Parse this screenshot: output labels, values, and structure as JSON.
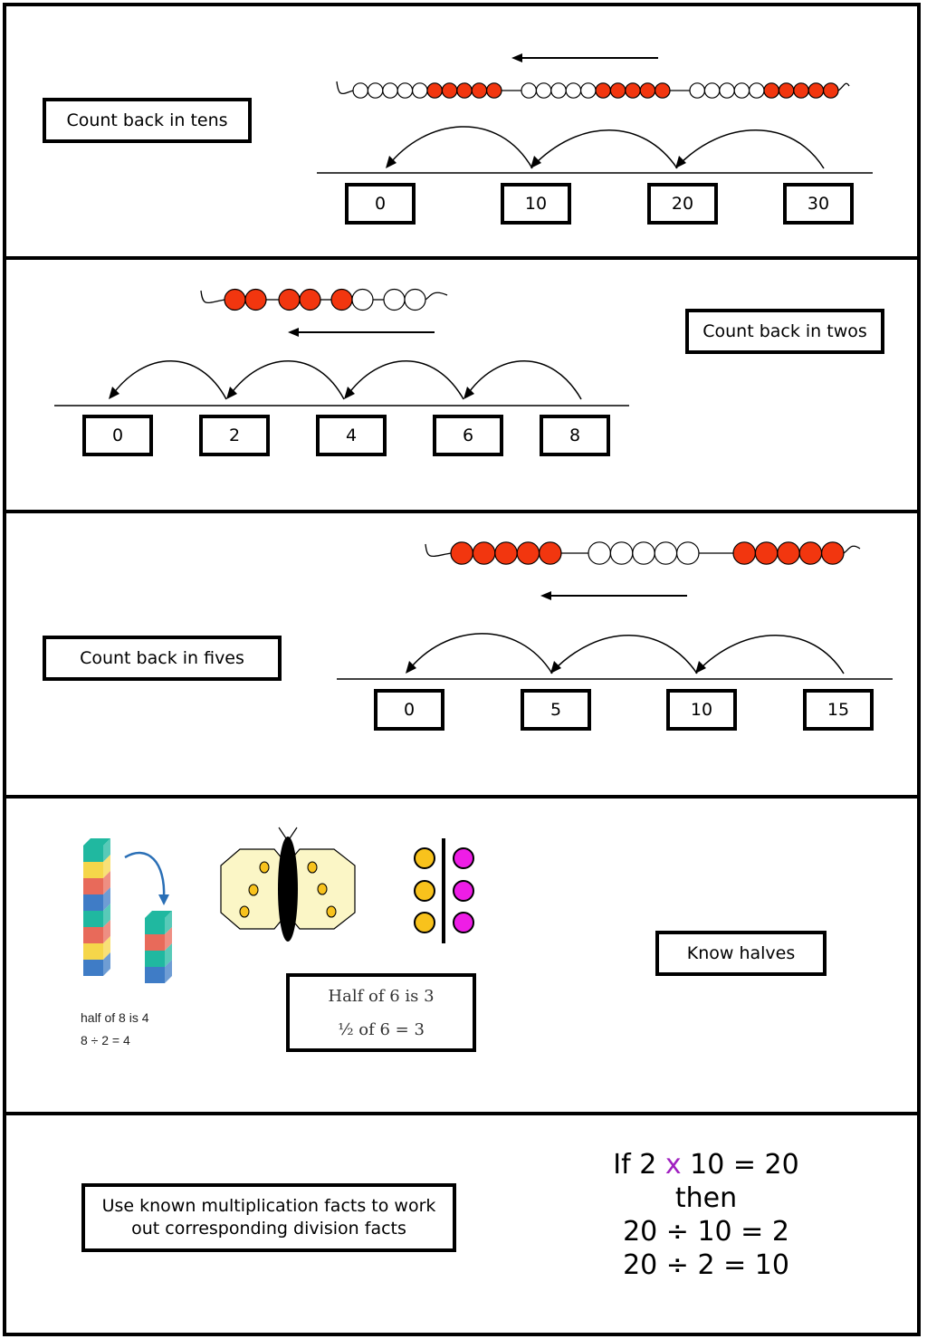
{
  "sections": {
    "tens": {
      "label": "Count back in tens",
      "numbers": [
        "0",
        "10",
        "20",
        "30"
      ]
    },
    "twos": {
      "label": "Count back in twos",
      "numbers": [
        "0",
        "2",
        "4",
        "6",
        "8"
      ]
    },
    "fives": {
      "label": "Count back in fives",
      "numbers": [
        "0",
        "5",
        "10",
        "15"
      ]
    },
    "halves": {
      "label": "Know halves",
      "blocks_caption_line1": "half of 8 is 4",
      "blocks_caption_line2": "8 ÷ 2 = 4",
      "box_line1": "Half of 6 is 3",
      "box_line2": "½ of 6 = 3"
    },
    "division": {
      "label": "Use known multiplication facts to work out corresponding division facts",
      "fact_if": "If 2",
      "fact_times": "x",
      "fact_rest": "10 = 20",
      "fact_then": "then",
      "fact_div1": "20 ÷ 10 = 2",
      "fact_div2": "20 ÷ 2 = 10"
    }
  },
  "colors": {
    "bead_red": "#f2360f",
    "bead_white": "#ffffff",
    "counter_yellow": "#f8c21c",
    "counter_magenta": "#ee1de6",
    "times_purple": "#a020c0",
    "butterfly_wing": "#fbf6c6"
  }
}
